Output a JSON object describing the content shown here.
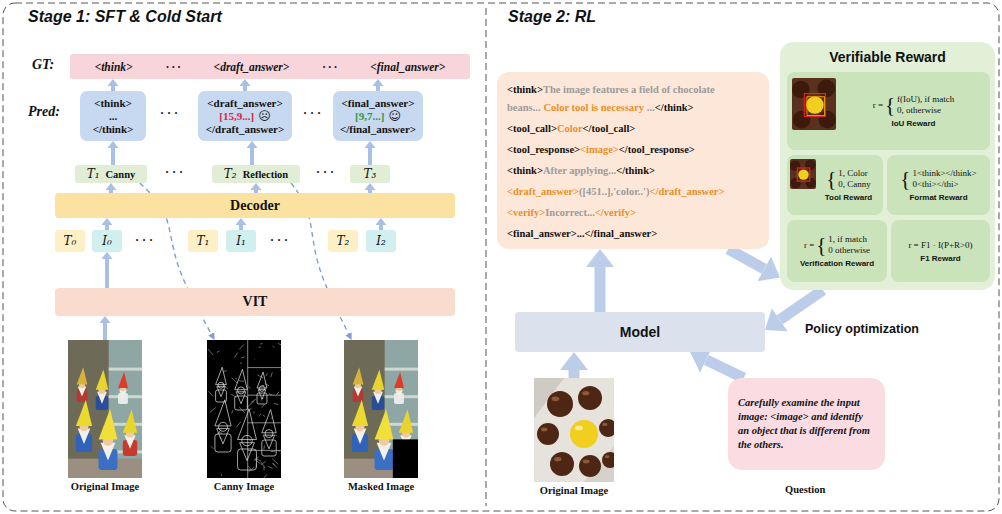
{
  "diagram": {
    "nodes": [
      {
        "text": [
          "<think>",
          "· · ·",
          "<draft_answer>",
          "· · ·",
          "<final_answer>"
        ]
      },
      {
        "text": [
          "<think>",
          "...",
          "</think>"
        ]
      },
      {
        "text": [
          "<draft_answer>",
          "[15,9...]",
          "☹",
          "</draft_answer>"
        ]
      },
      {
        "text": [
          "<final_answer>",
          "[9,7...]",
          "☺",
          "</final_answer>"
        ]
      },
      {
        "text": [
          "T₁",
          "Canny"
        ]
      },
      {
        "text": [
          "T₂",
          "Reflection"
        ]
      },
      {
        "text": [
          "T₃"
        ]
      },
      {
        "text": [
          "Decoder"
        ]
      },
      {
        "text": [
          "T₀"
        ]
      },
      {
        "text": [
          "I₀"
        ]
      },
      {
        "text": [
          "T₁"
        ]
      },
      {
        "text": [
          "I₁"
        ]
      },
      {
        "text": [
          "T₂"
        ]
      },
      {
        "text": [
          "I₂"
        ]
      },
      {
        "text": [
          "VIT"
        ]
      },
      {
        "text": [
          "Original Image"
        ]
      },
      {
        "text": [
          "Canny Image"
        ]
      },
      {
        "text": [
          "Masked Image"
        ]
      },
      {
        "text": [
          "<think>",
          "The image features a field of chocolate beans...",
          "Color tool is necessary",
          "...",
          "</think>",
          "<tool_call>",
          "Color",
          "</tool_call>",
          "<tool_response>",
          "<image>",
          "</tool_response>",
          "<think>",
          "After applying...",
          "</think>",
          "<draft_answer>",
          "([451..],'color..')",
          "</draft_answer>",
          "<verify>",
          "Incorrect...",
          "</verify>",
          "<final_answer>...</final_answer>"
        ]
      },
      {
        "text": [
          "Verifiable Reward"
        ]
      },
      {
        "text": [
          "r =",
          "{",
          "f(IoU), if match",
          "0, otherwise",
          "IoU Reward"
        ],
        "in": 19
      },
      {
        "text": [
          "{",
          "1, Color",
          "0, Canny",
          "Tool Reward"
        ],
        "in": 19
      },
      {
        "text": [
          "{",
          "1<think></think>",
          "0<thi></thi>",
          "Format Reward"
        ],
        "in": 19
      },
      {
        "text": [
          "r =",
          "{",
          "1, if match",
          "0 otherwise",
          "Verification Reward"
        ],
        "in": 19
      },
      {
        "text": [
          "r = F1 · I(P+R>0)",
          "F1 Reward"
        ],
        "in": 19
      },
      {
        "text": [
          "Model"
        ]
      },
      {
        "text": [
          "Original Image"
        ]
      },
      {
        "text": [
          "Carefully examine the input image: <image> and identify an object that is different from the others."
        ]
      }
    ],
    "edges": [
      {
        "from": 15,
        "to": 14,
        "arrow": "to"
      },
      {
        "from": 14,
        "to": 9,
        "arrow": "to"
      },
      {
        "from": 9,
        "to": 7,
        "arrow": "to"
      },
      {
        "from": 11,
        "to": 7,
        "arrow": "to"
      },
      {
        "from": 13,
        "to": 7,
        "arrow": "to"
      },
      {
        "from": 7,
        "to": 4,
        "arrow": "to"
      },
      {
        "from": 7,
        "to": 5,
        "arrow": "to"
      },
      {
        "from": 7,
        "to": 6,
        "arrow": "to"
      },
      {
        "from": 4,
        "to": 1,
        "arrow": "to"
      },
      {
        "from": 5,
        "to": 2,
        "arrow": "to"
      },
      {
        "from": 6,
        "to": 3,
        "arrow": "to"
      },
      {
        "from": 1,
        "to": 0,
        "arrow": "to"
      },
      {
        "from": 2,
        "to": 0,
        "arrow": "to"
      },
      {
        "from": 3,
        "to": 0,
        "arrow": "to"
      },
      {
        "from": 4,
        "to": 16,
        "arrow": "to"
      },
      {
        "from": 5,
        "to": 17,
        "arrow": "to"
      },
      {
        "from": 26,
        "to": 25,
        "arrow": "to"
      },
      {
        "from": 27,
        "to": 25,
        "arrow": "to"
      },
      {
        "from": 25,
        "to": 18,
        "arrow": "to"
      },
      {
        "from": 18,
        "to": 19,
        "arrow": "to"
      },
      {
        "from": 19,
        "to": 25,
        "arrow": "to"
      }
    ],
    "labels": [
      "Stage 1: SFT & Cold Start",
      "GT:",
      "Pred:",
      "· · ·",
      "· · ·",
      "· · ·",
      "· · ·",
      "· · ·",
      "· · ·",
      "Stage 2: RL",
      "Policy optimization",
      "Question"
    ]
  }
}
